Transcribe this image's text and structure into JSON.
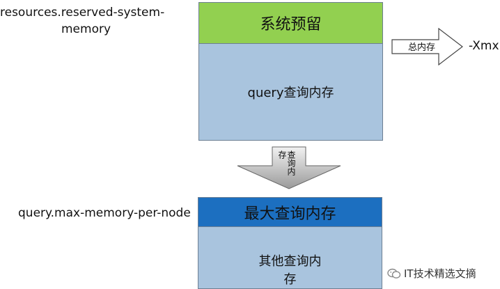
{
  "labels": {
    "reserved_line1": "resources.reserved-system-",
    "reserved_line2": "memory",
    "max_memory": "query.max-memory-per-node",
    "xmx": "-Xmx"
  },
  "boxes": {
    "system_reserved": "系统预留",
    "query_memory": "query查询内存",
    "max_query_memory": "最大查询内存",
    "other_query_line1": "其他查询内",
    "other_query_line2": "存"
  },
  "arrows": {
    "total_memory": "总内存",
    "query_memory_down": "查询内存"
  },
  "watermark": {
    "text": "IT技术精选文摘",
    "icon": "wechat-icon"
  },
  "colors": {
    "green": "#92d050",
    "light_blue": "#a9c4de",
    "dark_blue": "#1c6fc0"
  }
}
